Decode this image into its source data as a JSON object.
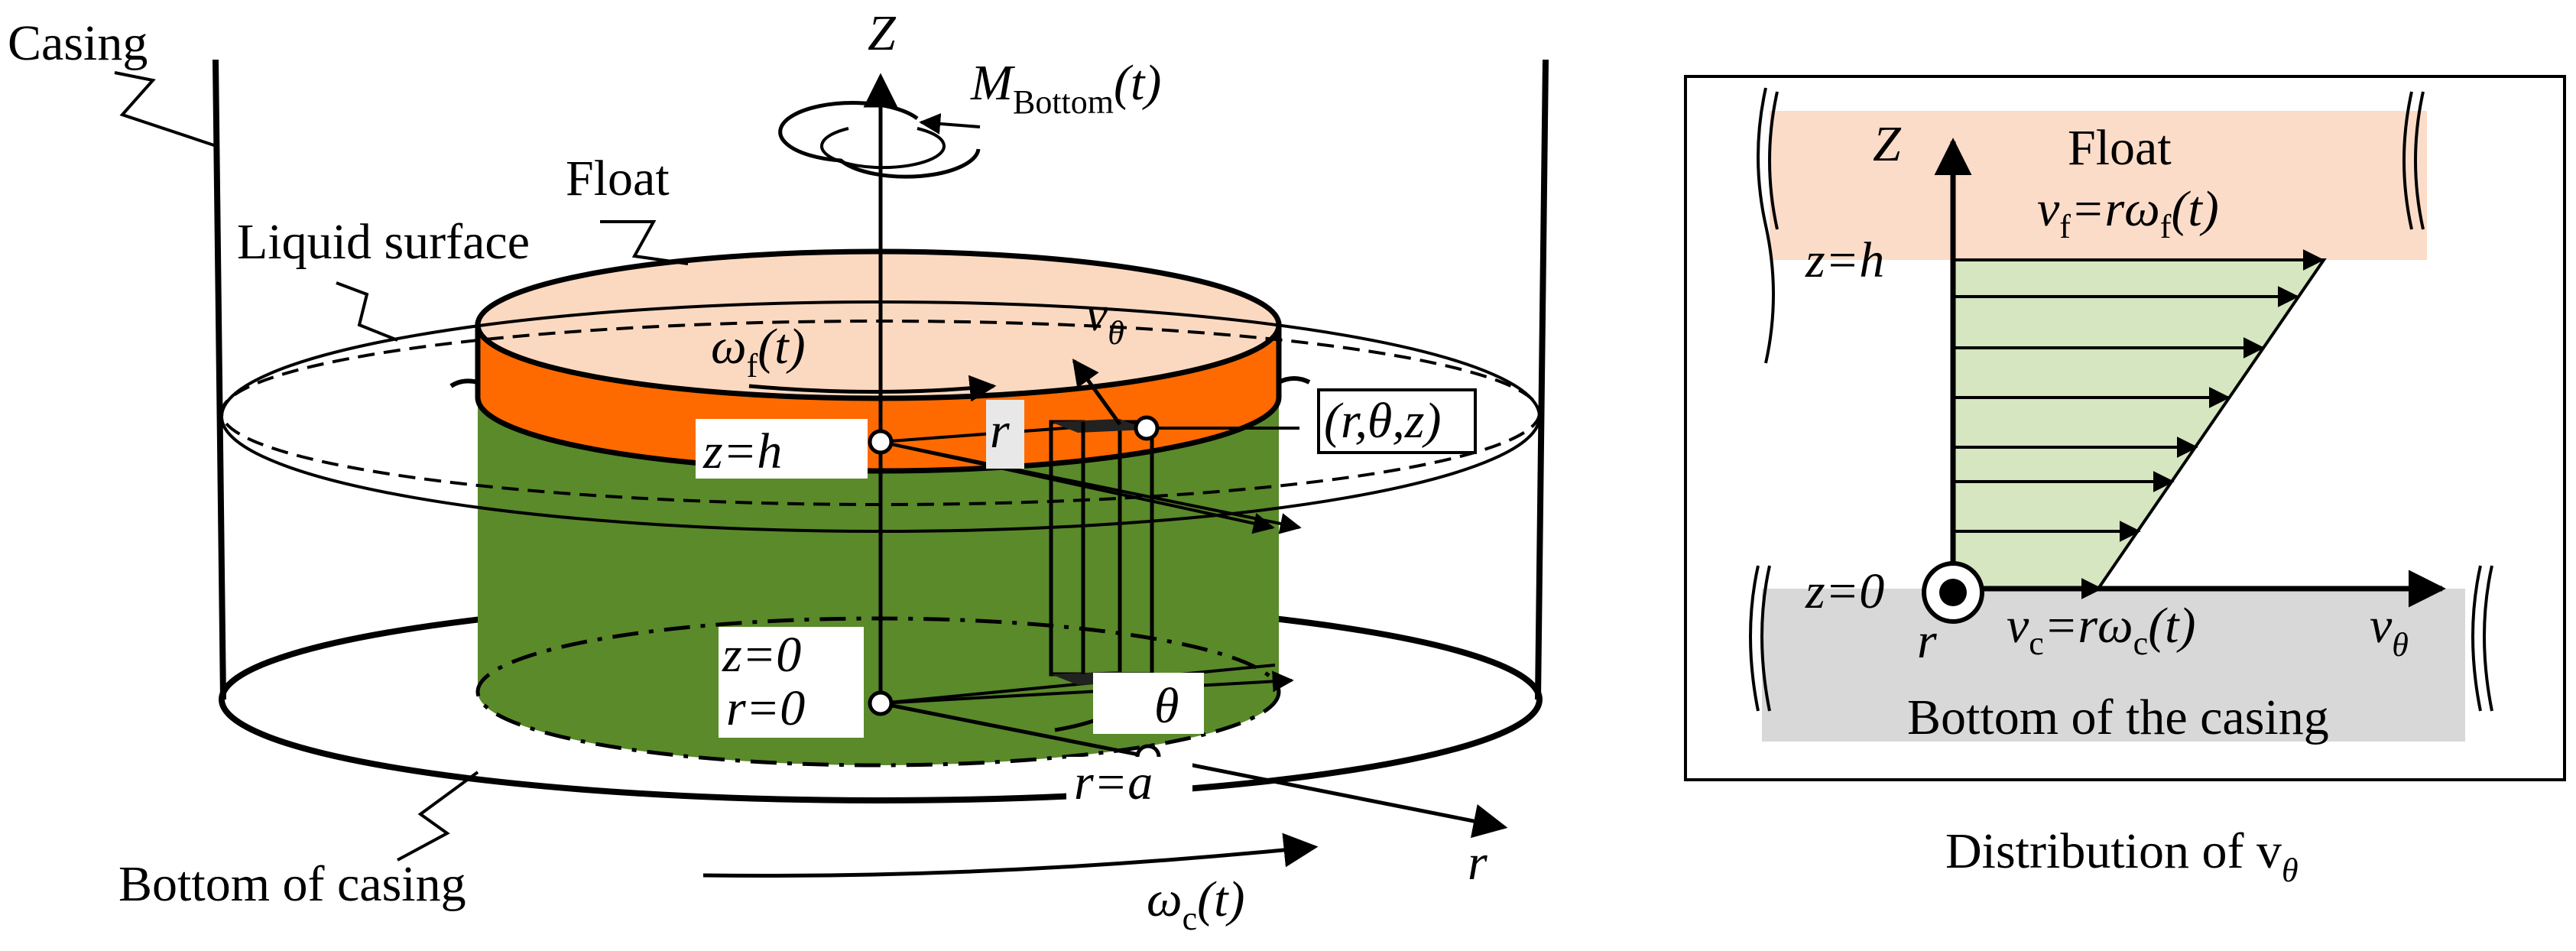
{
  "left": {
    "casing": "Casing",
    "float": "Float",
    "liquid_surface": "Liquid surface",
    "bottom_casing": "Bottom  of casing",
    "axis_z": "Z",
    "axis_r": "r",
    "moment_main": "M",
    "moment_sub": "Bottom",
    "moment_arg": "(t)",
    "omega_f_main": "ω",
    "omega_f_sub": "f",
    "omega_f_arg": "(t)",
    "v_theta_main": "v",
    "v_theta_sub": "θ",
    "point_label": "(r,θ,z)",
    "r_label": "r",
    "z_h": "z=h",
    "z_0": "z=0",
    "r_0": "r=0",
    "theta": "θ",
    "r_a": "r=a",
    "omega_c_main": "ω",
    "omega_c_sub": "c",
    "omega_c_arg": "(t)"
  },
  "right": {
    "axis_z": "Z",
    "float_label": "Float",
    "vf_main": "v",
    "vf_sub": "f",
    "vf_eq": "=rω",
    "vf_sub2": "f",
    "vf_arg": "(t)",
    "z_h": "z=h",
    "z_0": "z=0",
    "r_label": "r",
    "vc_main": "v",
    "vc_sub": "c",
    "vc_eq": "=rω",
    "vc_sub2": "c",
    "vc_arg": "(t)",
    "vtheta_main": "v",
    "vtheta_sub": "θ",
    "bottom_label": "Bottom of the casing",
    "caption": "Distribution of v",
    "caption_sub": "θ"
  },
  "colors": {
    "float_top": "#fbd9c0",
    "float_side": "#ff6a00",
    "liquid": "#5a8a2a",
    "profile_fill": "#d5e6c0",
    "bottom_band": "#d8d8d8",
    "float_band": "#fbdcc8"
  }
}
